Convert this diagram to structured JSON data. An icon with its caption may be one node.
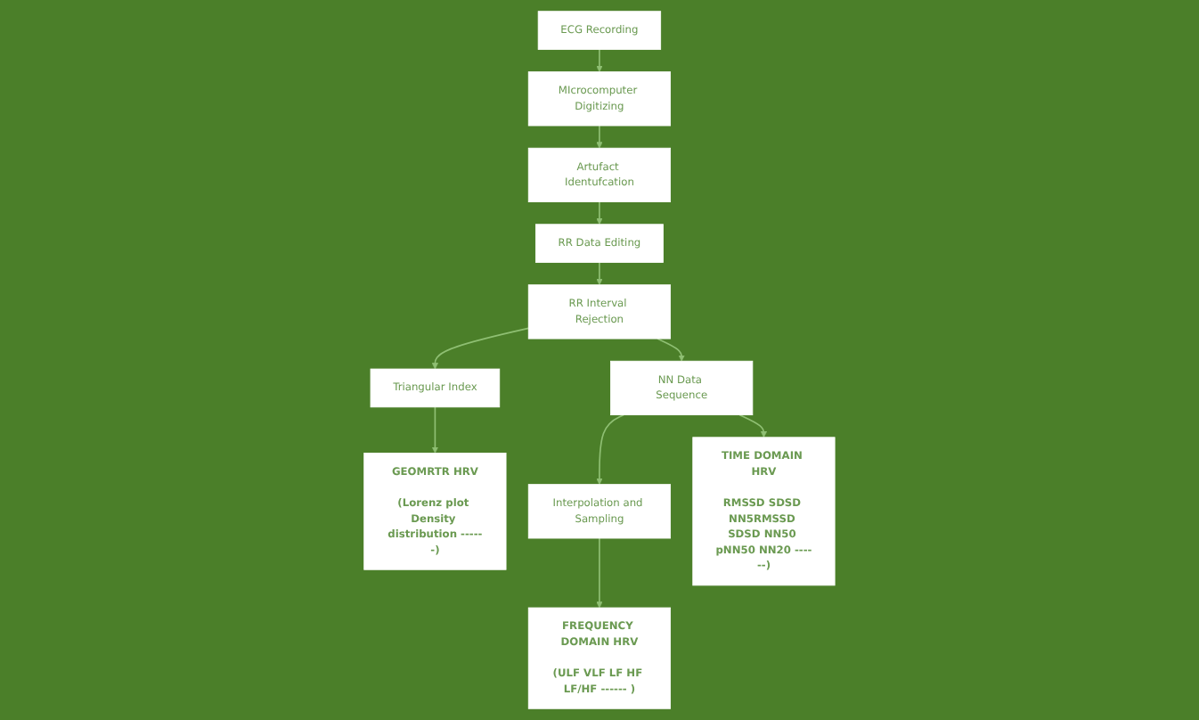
{
  "diagram": {
    "nodes": [
      {
        "text": [
          "Triangular Index"
        ]
      },
      {
        "text": [
          "RR Interval Rejection"
        ]
      },
      {
        "text": [
          "NN Data Sequence"
        ]
      },
      {
        "text": [
          "Interpolation and Sampling"
        ]
      },
      {
        "text": [
          "RR Data Editing"
        ]
      },
      {
        "text": [
          "GEOMRTR HRV",
          "(Lorenz plot Density distribution ------)"
        ]
      },
      {
        "text": [
          "TIME DOMAIN HRV",
          "RMSSD SDSD NN5RMSSD SDSD NN50 pNN50 NN20 ------)"
        ]
      },
      {
        "text": [
          "FREQUENCY DOMAIN HRV",
          "(ULF VLF LF HF LF/HF ------ )"
        ]
      },
      {
        "text": [
          "Artufact Identufcation"
        ]
      },
      {
        "text": [
          "MIcrocomputer Digitizing"
        ]
      },
      {
        "text": [
          "ECG Recording"
        ]
      }
    ],
    "edges": [
      {
        "from": 1,
        "to": 0,
        "arrow": "to"
      },
      {
        "from": 1,
        "to": 2,
        "arrow": "to"
      },
      {
        "from": 2,
        "to": 3,
        "arrow": "to"
      },
      {
        "from": 0,
        "to": 5,
        "arrow": "to"
      },
      {
        "from": 2,
        "to": 6,
        "arrow": "to"
      },
      {
        "from": 3,
        "to": 7,
        "arrow": "to"
      },
      {
        "from": 4,
        "to": 1,
        "arrow": "to"
      },
      {
        "from": 8,
        "to": 4,
        "arrow": "to"
      },
      {
        "from": 9,
        "to": 8,
        "arrow": "to"
      },
      {
        "from": 10,
        "to": 9,
        "arrow": "to"
      }
    ]
  }
}
